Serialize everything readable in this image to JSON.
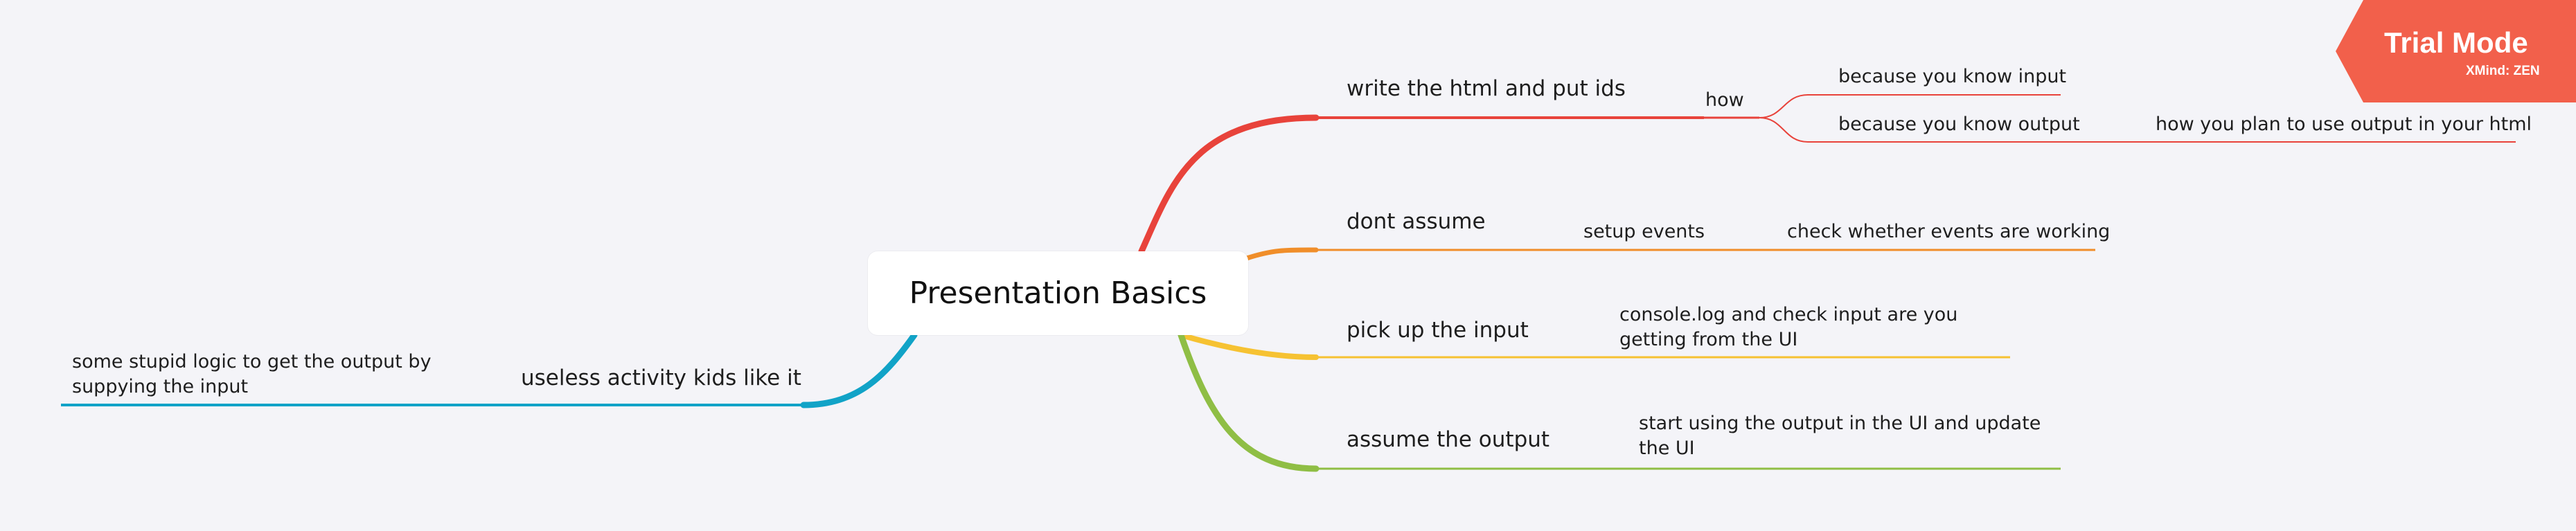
{
  "central_topic": "Presentation Basics",
  "colors": {
    "background": "#f4f4f8",
    "red": "#e8433b",
    "orange": "#f08e2a",
    "yellow": "#f6c232",
    "green": "#8fbe45",
    "blue": "#11a3c7",
    "badge": "#f2604b"
  },
  "branches": [
    {
      "label": "write the html and put ids",
      "color": "red",
      "children": [
        {
          "label": "how",
          "children": [
            {
              "label": "because you know input"
            },
            {
              "label": "because you know output",
              "children": [
                {
                  "label": "how you plan to use output in your html"
                }
              ]
            }
          ]
        }
      ]
    },
    {
      "label": "dont assume",
      "color": "orange",
      "children": [
        {
          "label": "setup events",
          "children": [
            {
              "label": "check whether events are working"
            }
          ]
        }
      ]
    },
    {
      "label": "pick up the input",
      "color": "yellow",
      "children": [
        {
          "label": "console.log and check input are you getting from the UI"
        }
      ]
    },
    {
      "label": "assume the output",
      "color": "green",
      "children": [
        {
          "label": "start using the output in the UI and update the UI"
        }
      ]
    },
    {
      "label": "useless activity kids like it",
      "color": "blue",
      "children": [
        {
          "label": "some stupid logic to get the output by suppying the input"
        }
      ]
    }
  ],
  "watermark": {
    "title": "Trial Mode",
    "brand": "XMind: ZEN"
  }
}
